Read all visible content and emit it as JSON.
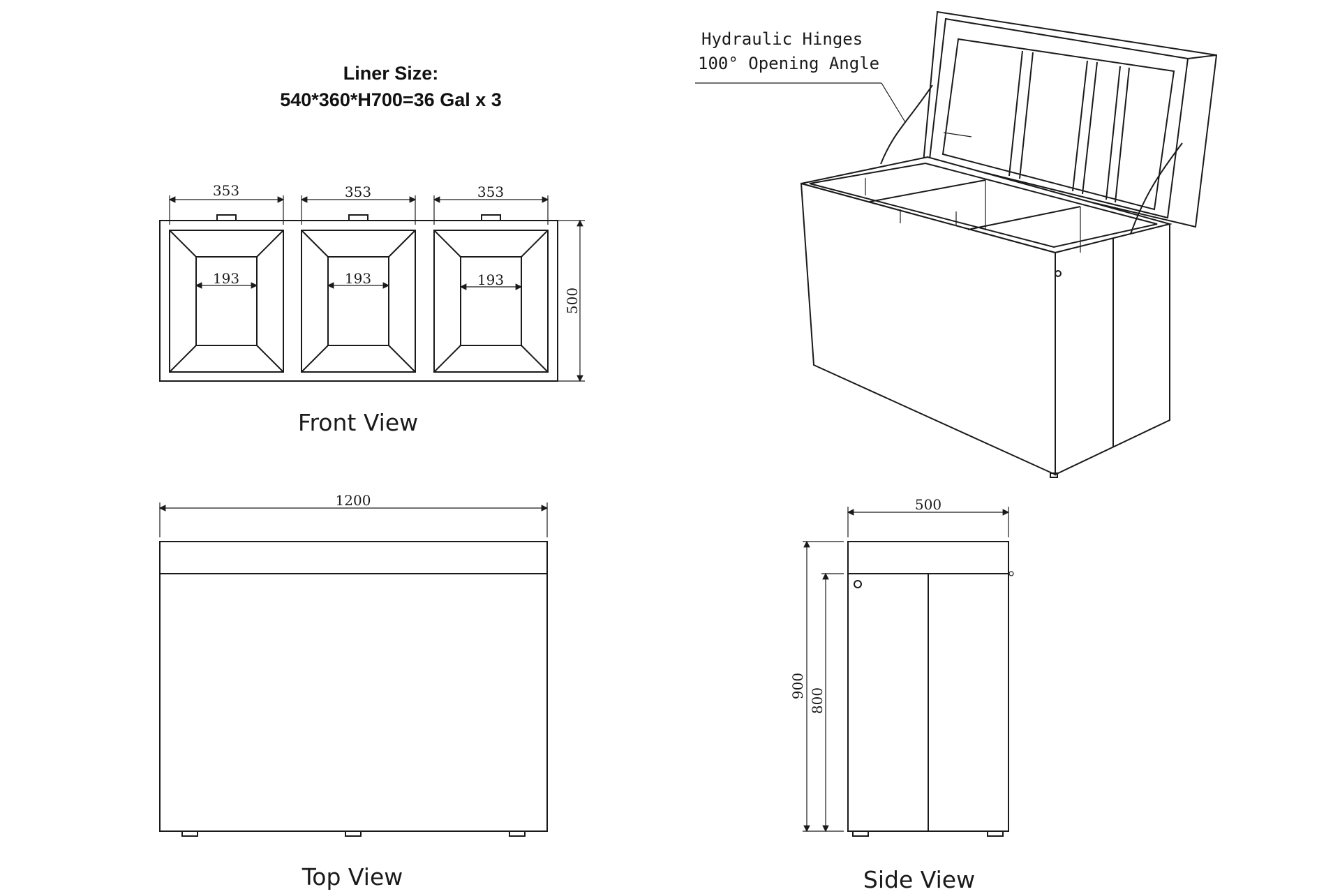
{
  "liner": {
    "title": "Liner Size:",
    "spec": "540*360*H700=36 Gal x 3"
  },
  "callout": {
    "line1": "Hydraulic Hinges",
    "line2": "100° Opening Angle"
  },
  "front_view": {
    "label": "Front View",
    "compartment_widths": [
      "353",
      "353",
      "353"
    ],
    "opening_widths": [
      "193",
      "193",
      "193"
    ],
    "depth": "500"
  },
  "top_view": {
    "label": "Top View",
    "width": "1200"
  },
  "side_view": {
    "label": "Side View",
    "width": "500",
    "height_total": "900",
    "height_body": "800"
  }
}
